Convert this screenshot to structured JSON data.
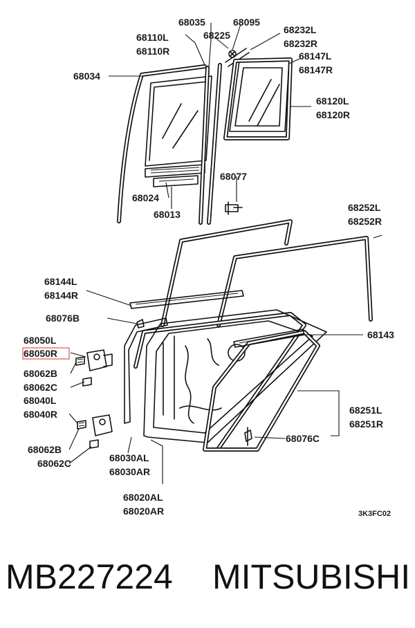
{
  "labels": {
    "l68035": "68035",
    "l68095": "68095",
    "l68110L": "68110L",
    "l68110R": "68110R",
    "l68225": "68225",
    "l68232L": "68232L",
    "l68232R": "68232R",
    "l68147L": "68147L",
    "l68147R": "68147R",
    "l68034": "68034",
    "l68120L": "68120L",
    "l68120R": "68120R",
    "l68077": "68077",
    "l68024": "68024",
    "l68013": "68013",
    "l68252L": "68252L",
    "l68252R": "68252R",
    "l68144L": "68144L",
    "l68144R": "68144R",
    "l68076B": "68076B",
    "l68143": "68143",
    "l68050L": "68050L",
    "l68050R": "68050R",
    "l68062B_a": "68062B",
    "l68062C_a": "68062C",
    "l68040L": "68040L",
    "l68040R": "68040R",
    "l68251L": "68251L",
    "l68251R": "68251R",
    "l68076C": "68076C",
    "l68062B_b": "68062B",
    "l68062C_b": "68062C",
    "l68030AL": "68030AL",
    "l68030AR": "68030AR",
    "l68020AL": "68020AL",
    "l68020AR": "68020AR"
  },
  "diagram_code": "3K3FC02",
  "highlighted_part": "68050R",
  "highlight_color": "#e05555",
  "footer": {
    "part_number": "MB227224",
    "brand": "MITSUBISHI"
  }
}
